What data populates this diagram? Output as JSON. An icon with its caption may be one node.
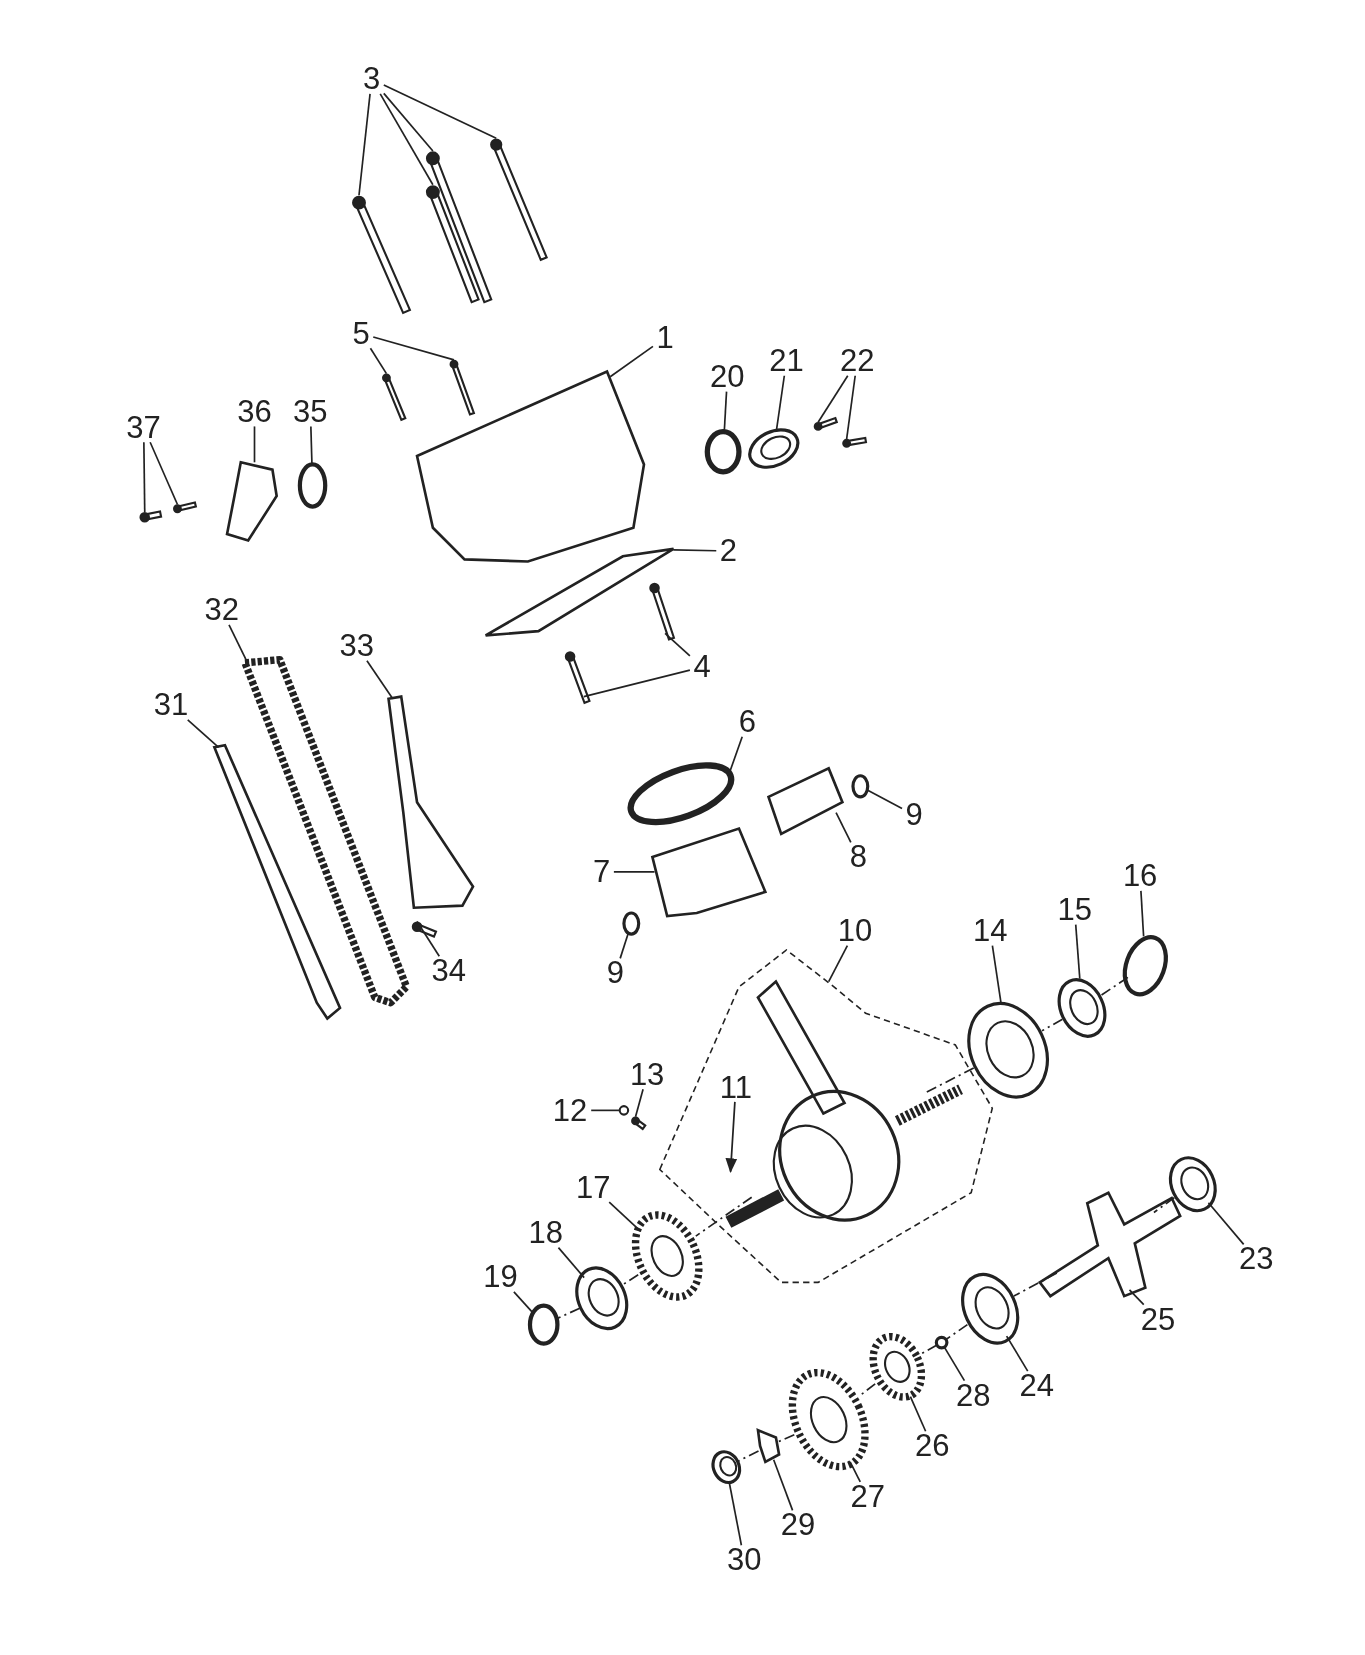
{
  "diagram": {
    "nodes": [
      {
        "text": [
          "3"
        ]
      },
      {
        "text": [
          "5"
        ]
      },
      {
        "text": [
          "1"
        ]
      },
      {
        "text": [
          "20"
        ]
      },
      {
        "text": [
          "21"
        ]
      },
      {
        "text": [
          "22"
        ]
      },
      {
        "text": [
          "37"
        ]
      },
      {
        "text": [
          "36"
        ]
      },
      {
        "text": [
          "35"
        ]
      },
      {
        "text": [
          "2"
        ]
      },
      {
        "text": [
          "32"
        ]
      },
      {
        "text": [
          "33"
        ]
      },
      {
        "text": [
          "4"
        ]
      },
      {
        "text": [
          "31"
        ]
      },
      {
        "text": [
          "6"
        ]
      },
      {
        "text": [
          "9"
        ]
      },
      {
        "text": [
          "8"
        ]
      },
      {
        "text": [
          "7"
        ]
      },
      {
        "text": [
          "34"
        ]
      },
      {
        "text": [
          "9"
        ]
      },
      {
        "text": [
          "10"
        ]
      },
      {
        "text": [
          "16"
        ]
      },
      {
        "text": [
          "15"
        ]
      },
      {
        "text": [
          "14"
        ]
      },
      {
        "text": [
          "13"
        ]
      },
      {
        "text": [
          "11"
        ],
        "in": 65
      },
      {
        "text": [
          "12"
        ]
      },
      {
        "text": [
          "17"
        ]
      },
      {
        "text": [
          "18"
        ]
      },
      {
        "text": [
          "19"
        ]
      },
      {
        "text": [
          "23"
        ]
      },
      {
        "text": [
          "25"
        ]
      },
      {
        "text": [
          "24"
        ]
      },
      {
        "text": [
          "28"
        ]
      },
      {
        "text": [
          "26"
        ]
      },
      {
        "text": [
          "27"
        ]
      },
      {
        "text": [
          "29"
        ]
      },
      {
        "text": [
          "30"
        ]
      },
      {
        "text": [],
        "shape": "picture"
      },
      {
        "text": [],
        "shape": "picture"
      },
      {
        "text": [],
        "shape": "picture"
      },
      {
        "text": [],
        "shape": "picture"
      },
      {
        "text": [],
        "shape": "picture"
      },
      {
        "text": [],
        "shape": "picture"
      },
      {
        "text": [],
        "shape": "picture"
      },
      {
        "text": [],
        "shape": "circle"
      },
      {
        "text": [],
        "shape": "picture"
      },
      {
        "text": [],
        "shape": "box"
      },
      {
        "text": [],
        "shape": "box"
      },
      {
        "text": [],
        "shape": "box"
      },
      {
        "text": [],
        "shape": "box"
      },
      {
        "text": [],
        "shape": "picture"
      },
      {
        "text": [],
        "shape": "circle"
      },
      {
        "text": [],
        "shape": "picture"
      },
      {
        "text": [],
        "shape": "picture"
      },
      {
        "text": [],
        "shape": "picture"
      },
      {
        "text": [],
        "shape": "picture"
      },
      {
        "text": [],
        "shape": "picture"
      },
      {
        "text": [],
        "shape": "picture"
      },
      {
        "text": [],
        "shape": "circle"
      },
      {
        "text": [],
        "shape": "circle"
      },
      {
        "text": [],
        "shape": "picture"
      },
      {
        "text": [],
        "shape": "picture"
      },
      {
        "text": [],
        "shape": "box"
      },
      {
        "text": [],
        "shape": "circle"
      },
      {
        "text": [],
        "shape": "polygon"
      },
      {
        "text": [],
        "shape": "picture",
        "in": 65
      },
      {
        "text": [],
        "shape": "circle"
      },
      {
        "text": [],
        "shape": "picture"
      },
      {
        "text": [],
        "shape": "picture"
      },
      {
        "text": [],
        "shape": "box"
      },
      {
        "text": [],
        "shape": "circle"
      },
      {
        "text": [],
        "shape": "picture"
      },
      {
        "text": [],
        "shape": "picture"
      },
      {
        "text": [],
        "shape": "circle"
      },
      {
        "text": [],
        "shape": "picture"
      },
      {
        "text": [],
        "shape": "picture"
      },
      {
        "text": [],
        "shape": "picture"
      },
      {
        "text": [],
        "shape": "circle"
      },
      {
        "text": [],
        "shape": "picture"
      },
      {
        "text": [],
        "shape": "picture"
      },
      {
        "text": [],
        "shape": "picture"
      },
      {
        "text": [],
        "shape": "picture"
      }
    ],
    "edges": [
      {
        "from": 0,
        "to": 38,
        "arrow": "none"
      },
      {
        "from": 0,
        "to": 39,
        "arrow": "none"
      },
      {
        "from": 0,
        "to": 40,
        "arrow": "none"
      },
      {
        "from": 0,
        "to": 41,
        "arrow": "none"
      },
      {
        "from": 1,
        "to": 42,
        "arrow": "none"
      },
      {
        "from": 1,
        "to": 43,
        "arrow": "none"
      },
      {
        "from": 2,
        "to": 44,
        "arrow": "none"
      },
      {
        "from": 3,
        "to": 45,
        "arrow": "none"
      },
      {
        "from": 4,
        "to": 46,
        "arrow": "none"
      },
      {
        "from": 5,
        "to": 47,
        "arrow": "none"
      },
      {
        "from": 5,
        "to": 48,
        "arrow": "none"
      },
      {
        "from": 6,
        "to": 49,
        "arrow": "none"
      },
      {
        "from": 6,
        "to": 50,
        "arrow": "none"
      },
      {
        "from": 7,
        "to": 51,
        "arrow": "none"
      },
      {
        "from": 8,
        "to": 52,
        "arrow": "none"
      },
      {
        "from": 9,
        "to": 53,
        "arrow": "none"
      },
      {
        "from": 10,
        "to": 54,
        "arrow": "none"
      },
      {
        "from": 11,
        "to": 55,
        "arrow": "none"
      },
      {
        "from": 12,
        "to": 56,
        "arrow": "none"
      },
      {
        "from": 12,
        "to": 57,
        "arrow": "none"
      },
      {
        "from": 13,
        "to": 58,
        "arrow": "none"
      },
      {
        "from": 14,
        "to": 59,
        "arrow": "none"
      },
      {
        "from": 15,
        "to": 60,
        "arrow": "none"
      },
      {
        "from": 16,
        "to": 61,
        "arrow": "none"
      },
      {
        "from": 17,
        "to": 62,
        "arrow": "none"
      },
      {
        "from": 18,
        "to": 63,
        "arrow": "none"
      },
      {
        "from": 19,
        "to": 64,
        "arrow": "none"
      },
      {
        "from": 20,
        "to": 65,
        "arrow": "none"
      },
      {
        "from": 21,
        "to": 67,
        "arrow": "none"
      },
      {
        "from": 22,
        "to": 68,
        "arrow": "none"
      },
      {
        "from": 23,
        "to": 69,
        "arrow": "none"
      },
      {
        "from": 24,
        "to": 70,
        "arrow": "none"
      },
      {
        "from": 25,
        "to": 66,
        "arrow": "to"
      },
      {
        "from": 26,
        "to": 71,
        "arrow": "none"
      },
      {
        "from": 27,
        "to": 72,
        "arrow": "none"
      },
      {
        "from": 28,
        "to": 73,
        "arrow": "none"
      },
      {
        "from": 29,
        "to": 74,
        "arrow": "none"
      },
      {
        "from": 30,
        "to": 75,
        "arrow": "none"
      },
      {
        "from": 31,
        "to": 76,
        "arrow": "none"
      },
      {
        "from": 32,
        "to": 77,
        "arrow": "none"
      },
      {
        "from": 33,
        "to": 78,
        "arrow": "none"
      },
      {
        "from": 34,
        "to": 79,
        "arrow": "none"
      },
      {
        "from": 35,
        "to": 80,
        "arrow": "none"
      },
      {
        "from": 36,
        "to": 81,
        "arrow": "none"
      },
      {
        "from": 37,
        "to": 82,
        "arrow": "none"
      },
      {
        "from": 67,
        "to": 68,
        "arrow": "none",
        "style": "dashed"
      },
      {
        "from": 68,
        "to": 69,
        "arrow": "none",
        "style": "dashed"
      },
      {
        "from": 69,
        "to": 66,
        "arrow": "none",
        "style": "dashed"
      },
      {
        "from": 66,
        "to": 72,
        "arrow": "none",
        "style": "dashed"
      },
      {
        "from": 72,
        "to": 73,
        "arrow": "none",
        "style": "dashed"
      },
      {
        "from": 73,
        "to": 74,
        "arrow": "none",
        "style": "dashed"
      },
      {
        "from": 75,
        "to": 76,
        "arrow": "none",
        "style": "dashed"
      },
      {
        "from": 76,
        "to": 77,
        "arrow": "none",
        "style": "dashed"
      },
      {
        "from": 77,
        "to": 78,
        "arrow": "none",
        "style": "dashed"
      },
      {
        "from": 78,
        "to": 79,
        "arrow": "none",
        "style": "dashed"
      },
      {
        "from": 79,
        "to": 80,
        "arrow": "none",
        "style": "dashed"
      },
      {
        "from": 80,
        "to": 81,
        "arrow": "none",
        "style": "dashed"
      },
      {
        "from": 81,
        "to": 82,
        "arrow": "none",
        "style": "dashed"
      }
    ]
  }
}
